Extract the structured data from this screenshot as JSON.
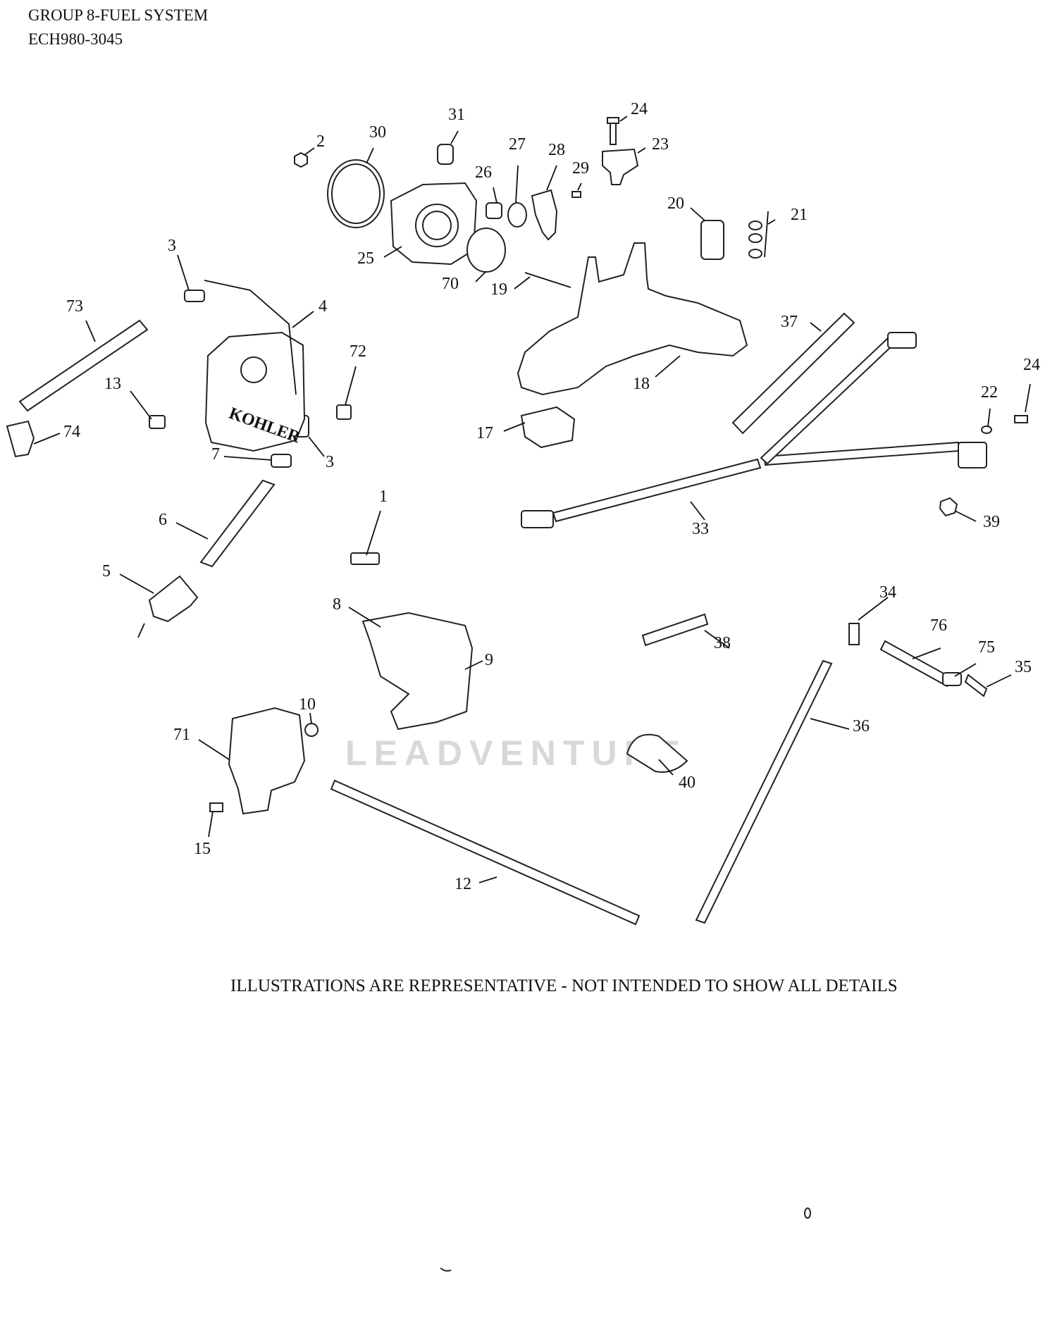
{
  "header": {
    "title": "GROUP 8-FUEL SYSTEM",
    "model": "ECH980-3045"
  },
  "footer": {
    "disclaimer": "ILLUSTRATIONS ARE REPRESENTATIVE - NOT INTENDED TO SHOW ALL DETAILS"
  },
  "watermark": "LEADVENTURE",
  "branding": {
    "part_lettering": "KOHLER"
  },
  "callouts": [
    "1",
    "2",
    "3",
    "3",
    "4",
    "5",
    "6",
    "7",
    "8",
    "9",
    "10",
    "12",
    "13",
    "15",
    "17",
    "18",
    "19",
    "20",
    "21",
    "22",
    "23",
    "24",
    "24",
    "25",
    "26",
    "27",
    "28",
    "29",
    "30",
    "31",
    "33",
    "34",
    "35",
    "36",
    "37",
    "38",
    "39",
    "40",
    "70",
    "71",
    "72",
    "73",
    "74",
    "75",
    "76"
  ]
}
